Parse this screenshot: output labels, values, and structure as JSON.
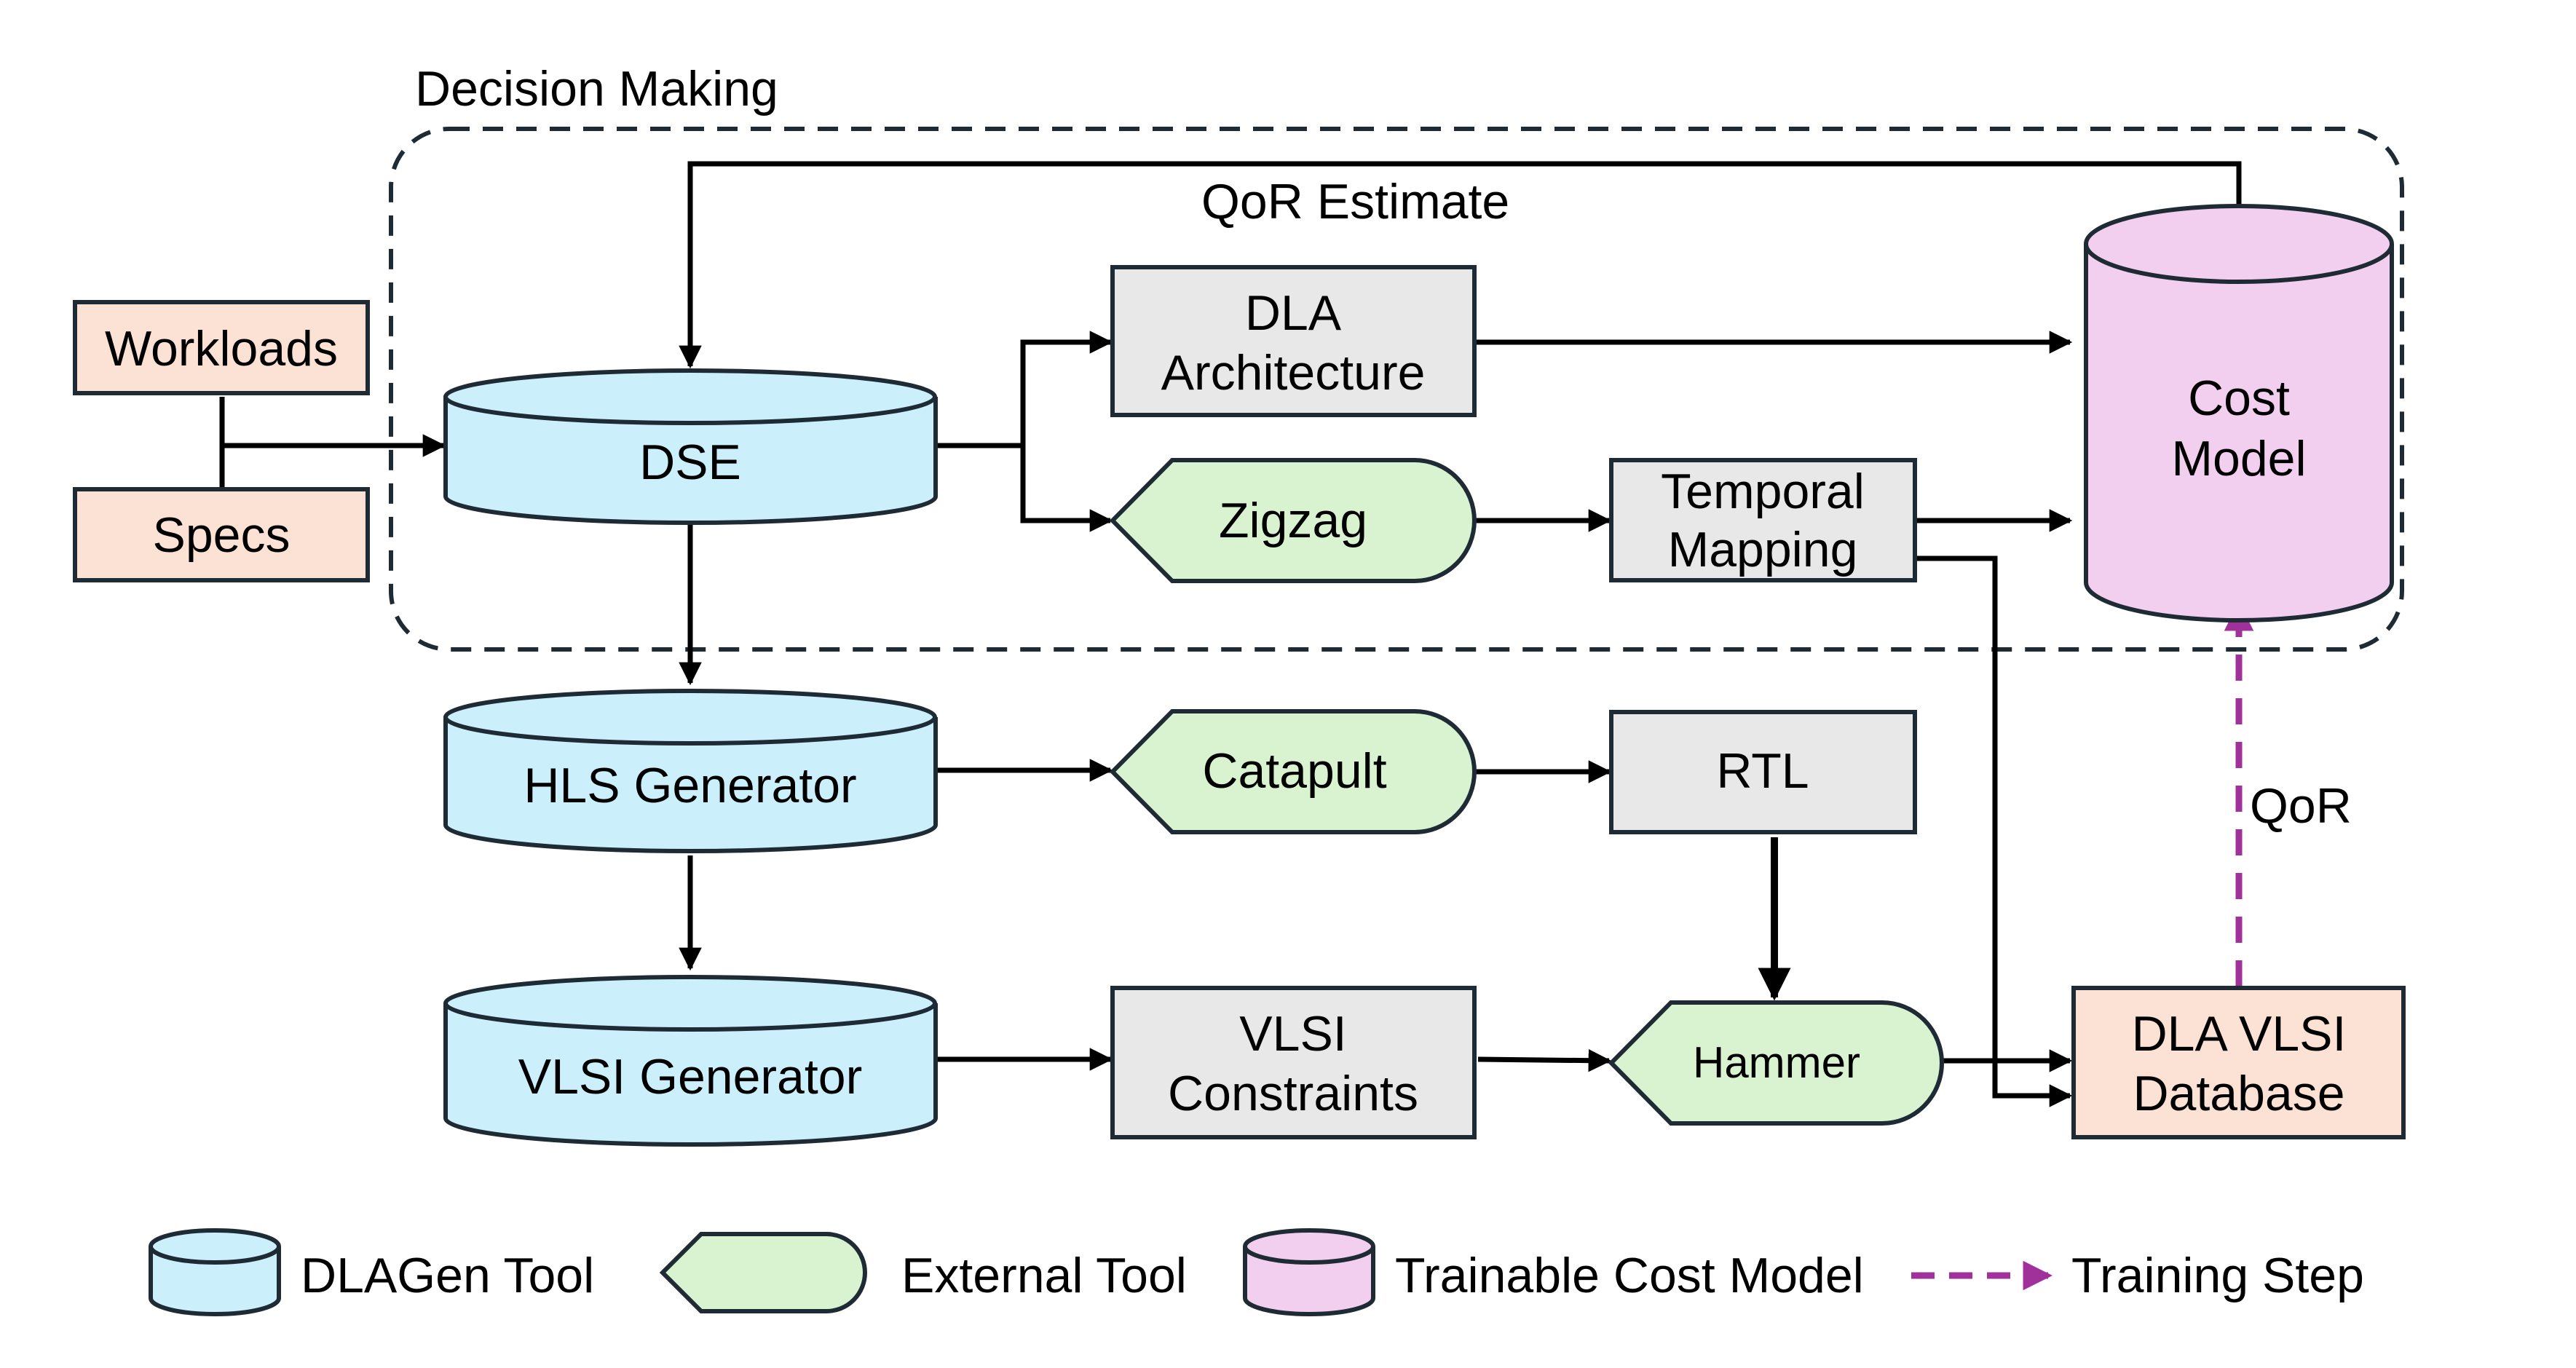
{
  "colors": {
    "dlagen_tool": "#cceffc",
    "external_tool": "#d9f2d0",
    "cost_model": "#f2cfee",
    "input_box": "#fbe2d5",
    "intermediate_box": "#e8e8e8",
    "outline": "#1e2b35",
    "training_arrow": "#a0309a"
  },
  "region": {
    "label": "Decision Making"
  },
  "edge_labels": {
    "qor_estimate": "QoR Estimate",
    "qor": "QoR"
  },
  "nodes": {
    "workloads": {
      "label": "Workloads"
    },
    "specs": {
      "label": "Specs"
    },
    "dse": {
      "label": "DSE"
    },
    "hls_generator": {
      "label": "HLS Generator"
    },
    "vlsi_generator": {
      "label": "VLSI Generator"
    },
    "dla_architecture": {
      "line1": "DLA",
      "line2": "Architecture"
    },
    "zigzag": {
      "label": "Zigzag"
    },
    "temporal_mapping": {
      "line1": "Temporal",
      "line2": "Mapping"
    },
    "cost_model": {
      "line1": "Cost",
      "line2": "Model"
    },
    "catapult": {
      "label": "Catapult"
    },
    "rtl": {
      "label": "RTL"
    },
    "vlsi_constraints": {
      "line1": "VLSI",
      "line2": "Constraints"
    },
    "hammer": {
      "label": "Hammer"
    },
    "dla_vlsi_database": {
      "line1": "DLA VLSI",
      "line2": "Database"
    }
  },
  "legend": {
    "dlagen_tool": "DLAGen Tool",
    "external_tool": "External Tool",
    "trainable_cost_model": "Trainable Cost Model",
    "training_step": "Training Step"
  }
}
